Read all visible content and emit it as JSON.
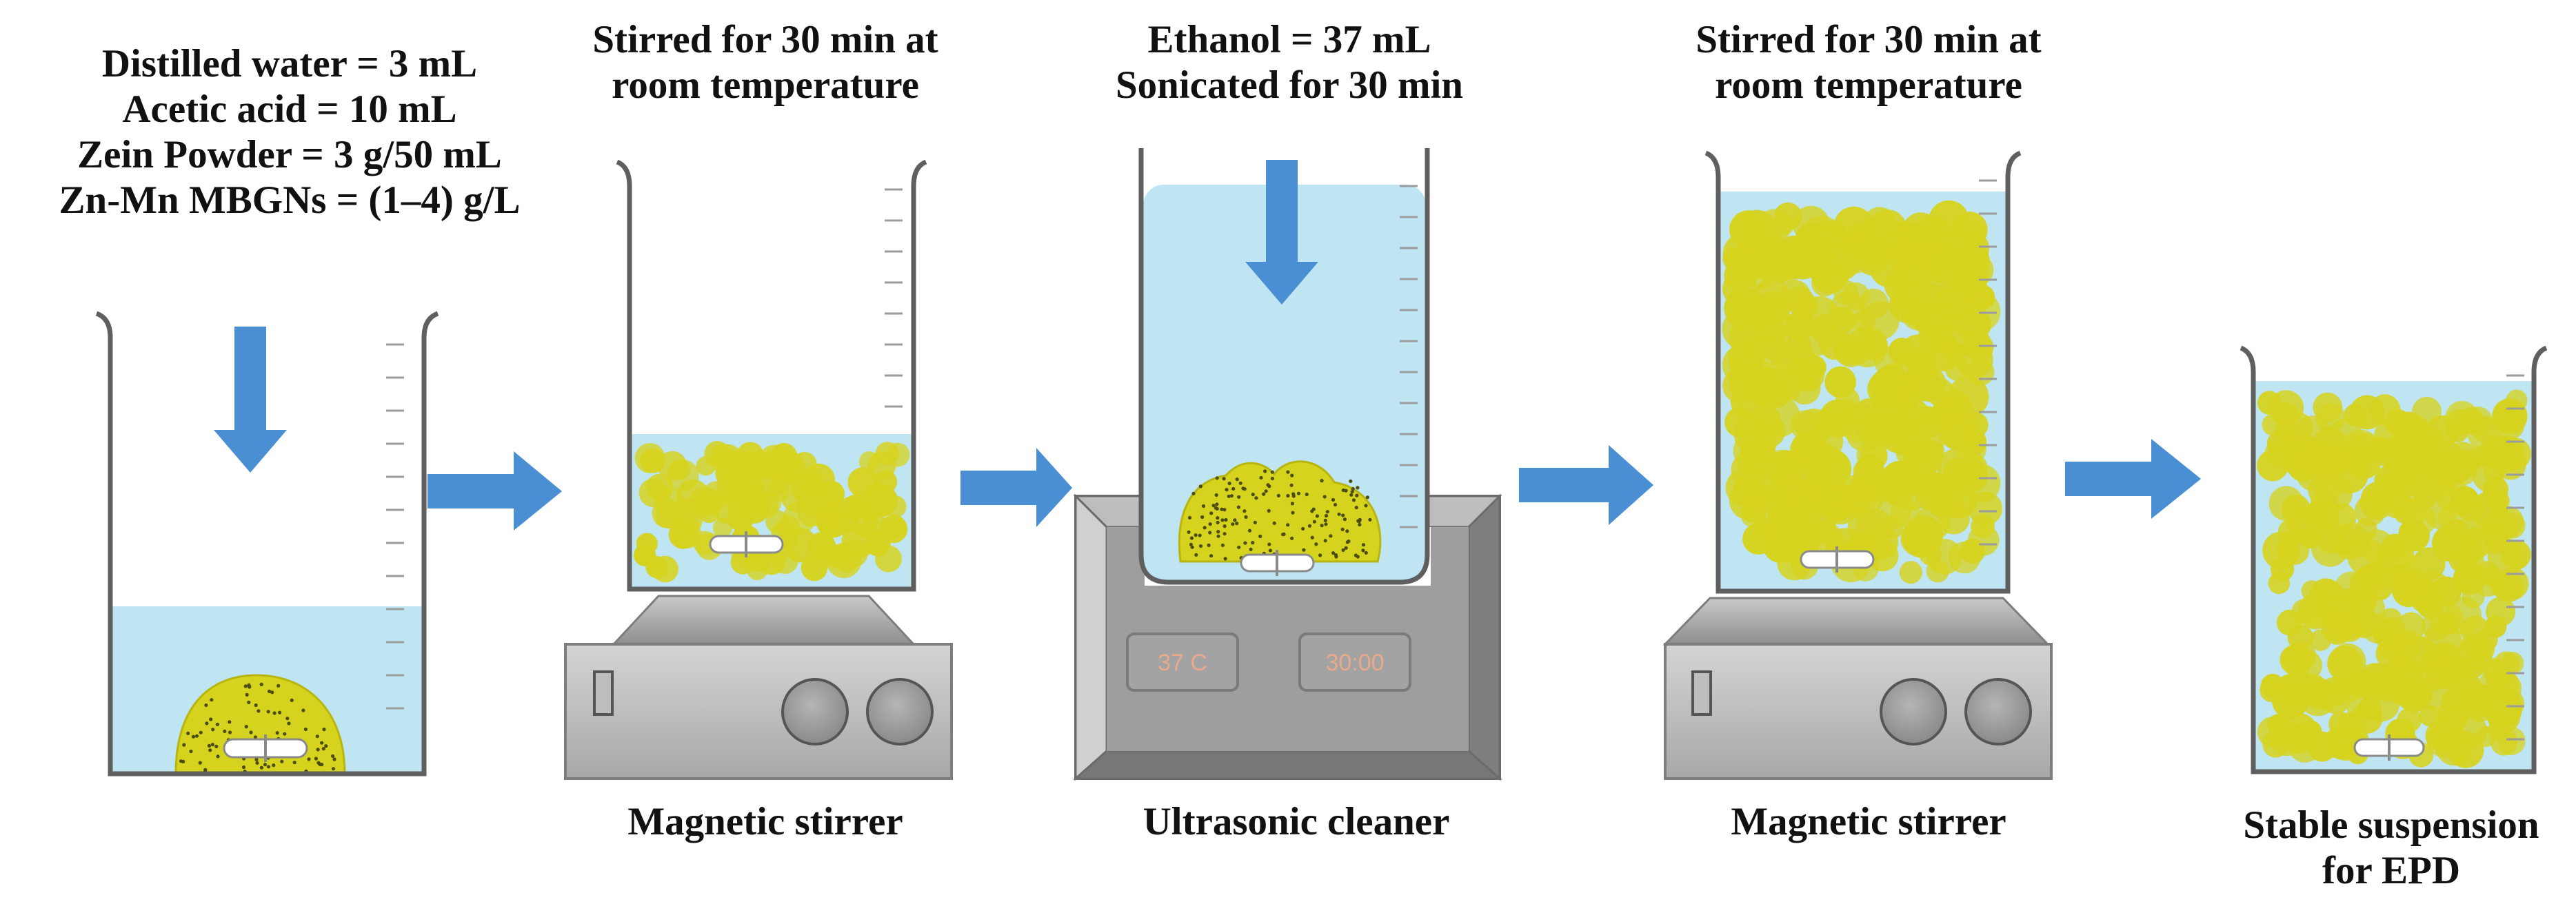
{
  "step1": {
    "lines": [
      "Distilled water = 3 mL",
      "Acetic acid = 10 mL",
      "Zein Powder = 3 g/50 mL",
      "Zn-Mn MBGNs = (1–4) g/L"
    ]
  },
  "step2": {
    "lines": [
      "Stirred for 30 min at",
      "room temperature"
    ],
    "device": "Magnetic stirrer"
  },
  "step3": {
    "lines": [
      "Ethanol = 37 mL",
      "Sonicated for 30 min"
    ],
    "device": "Ultrasonic cleaner",
    "temp_display": "37 C",
    "time_display": "30:00"
  },
  "step4": {
    "lines": [
      "Stirred for 30 min at",
      "room temperature"
    ],
    "device": "Magnetic stirrer"
  },
  "step5": {
    "lines": [
      "Stable suspension",
      "for EPD"
    ]
  },
  "colors": {
    "arrow": "#4a8fd4",
    "liquid": "#bfe4f2",
    "particles": "#d6d31f",
    "device": "#9a9a9a"
  }
}
